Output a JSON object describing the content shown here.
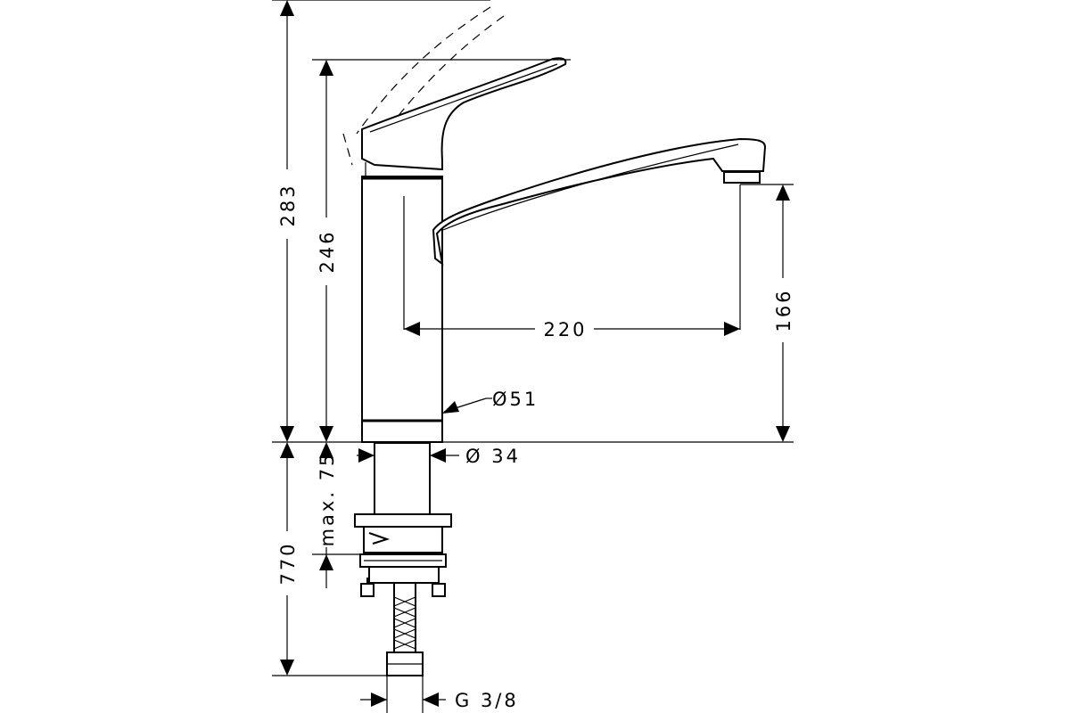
{
  "dimensions": {
    "total_height": "283",
    "body_height": "246",
    "spout_reach": "220",
    "spout_height": "166",
    "body_diameter": "Ø51",
    "shank_diameter": "Ø 34",
    "max_thickness": "max. 75",
    "hose_length": "770",
    "thread": "G 3/8"
  }
}
